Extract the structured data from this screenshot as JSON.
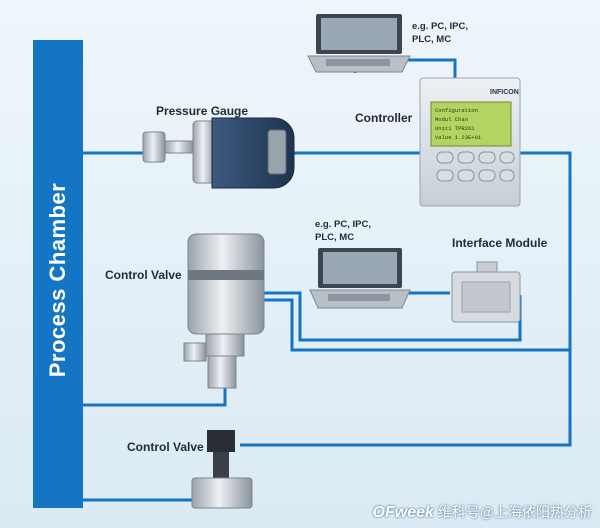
{
  "chamber": {
    "label": "Process Chamber"
  },
  "labels": {
    "pressure_gauge": "Pressure Gauge",
    "controller": "Controller",
    "interface_module": "Interface Module",
    "control_valve_1": "Control Valve",
    "control_valve_2": "Control Valve"
  },
  "laptop_top": {
    "line1": "e.g. PC, IPC,",
    "line2": "PLC, MC"
  },
  "laptop_middle": {
    "line1": "e.g. PC, IPC,",
    "line2": "PLC, MC"
  },
  "device_text": {
    "brand": "INFICON",
    "display_lines": [
      "Configuration",
      "Modul  Chan",
      "Unit1  TPR261",
      "Value  1.23E+01"
    ]
  },
  "watermark": {
    "brand": "OFweek",
    "text": "维科号@上海依阳热分析"
  },
  "colors": {
    "chamber": "#1475c4",
    "wire": "#1475c4",
    "display": "#b3d463"
  }
}
